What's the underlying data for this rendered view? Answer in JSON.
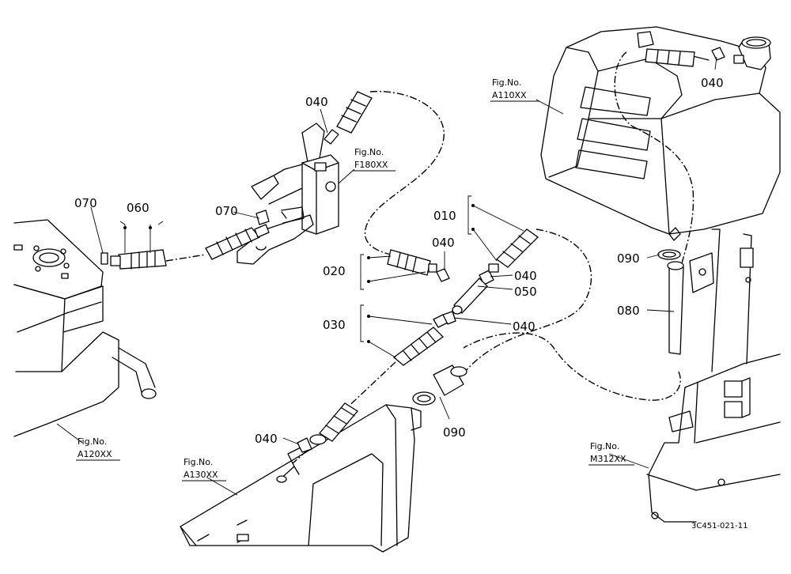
{
  "part_labels": {
    "p010": "010",
    "p020": "020",
    "p030": "030",
    "p040_a": "040",
    "p040_b": "040",
    "p040_c": "040",
    "p040_d": "040",
    "p040_e": "040",
    "p040_f": "040",
    "p050": "050",
    "p060": "060",
    "p070_a": "070",
    "p070_b": "070",
    "p080": "080",
    "p090_a": "090",
    "p090_b": "090"
  },
  "figure_refs": {
    "a110": {
      "prefix": "Fig.No.",
      "code": "A110XX"
    },
    "f180": {
      "prefix": "Fig.No.",
      "code": "F180XX"
    },
    "a120": {
      "prefix": "Fig.No.",
      "code": "A120XX"
    },
    "a130": {
      "prefix": "Fig.No.",
      "code": "A130XX"
    },
    "m312": {
      "prefix": "Fig.No.",
      "code": "M312XX"
    }
  },
  "drawing_code": "3C451-021-11"
}
